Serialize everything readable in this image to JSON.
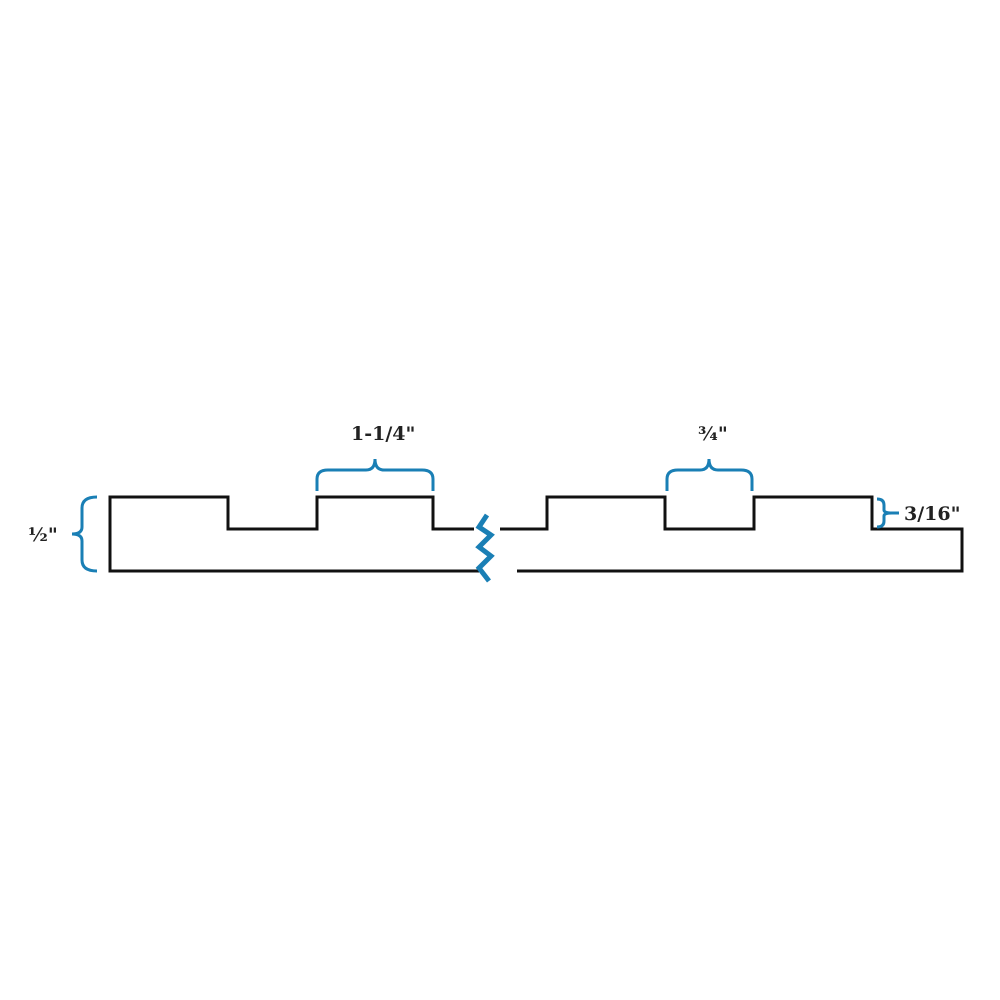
{
  "colors": {
    "profile": "#111111",
    "dimension": "#1a7fb5",
    "background": "#ffffff"
  },
  "dimensions": {
    "thickness": "½\"",
    "rib_width": "1-1/4\"",
    "groove_width": "¾\"",
    "groove_depth": "3/16\""
  }
}
